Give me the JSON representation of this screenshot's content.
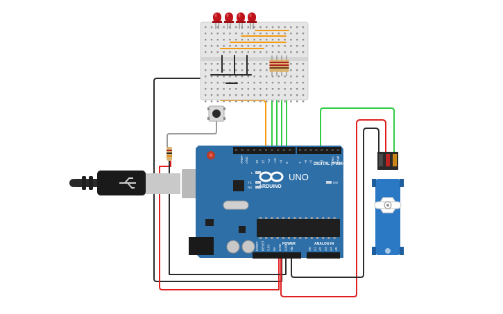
{
  "board": {
    "brand": "ARDUINO",
    "model": "UNO",
    "digital_label": "DIGITAL (PWM~)",
    "power_label": "POWER",
    "analog_label": "ANALOG IN",
    "on_label": "ON",
    "led_l": "L",
    "led_tx": "TX",
    "led_rx": "RX",
    "aref": "AREF",
    "gnd": "GND",
    "digital_pins": [
      "13",
      "12",
      "~11",
      "~10",
      "~9",
      "8",
      "7",
      "~6",
      "~5",
      "4",
      "~3",
      "2",
      "TX▸1",
      "RX◂0"
    ],
    "power_pins": [
      "IOREF",
      "RESET",
      "3.3V",
      "5V",
      "GND",
      "GND",
      "Vin"
    ],
    "analog_pins": [
      "A0",
      "A1",
      "A2",
      "A3",
      "A4",
      "A5"
    ]
  },
  "colors": {
    "board": "#2f6fa8",
    "breadboard": "#e6e6e6",
    "wire_orange": "#f39c12",
    "wire_green": "#2ecc40",
    "wire_red": "#e02020",
    "wire_black": "#2a2a2a",
    "wire_gray": "#9a9a9a",
    "led_red": "#c0141c",
    "servo": "#2b78c4"
  },
  "components": {
    "leds": [
      "led-1",
      "led-2",
      "led-3",
      "led-4"
    ],
    "resistors_on_breadboard": 4,
    "pushbutton": "pushbutton",
    "servo": "servo",
    "usb": "usb-cable"
  }
}
